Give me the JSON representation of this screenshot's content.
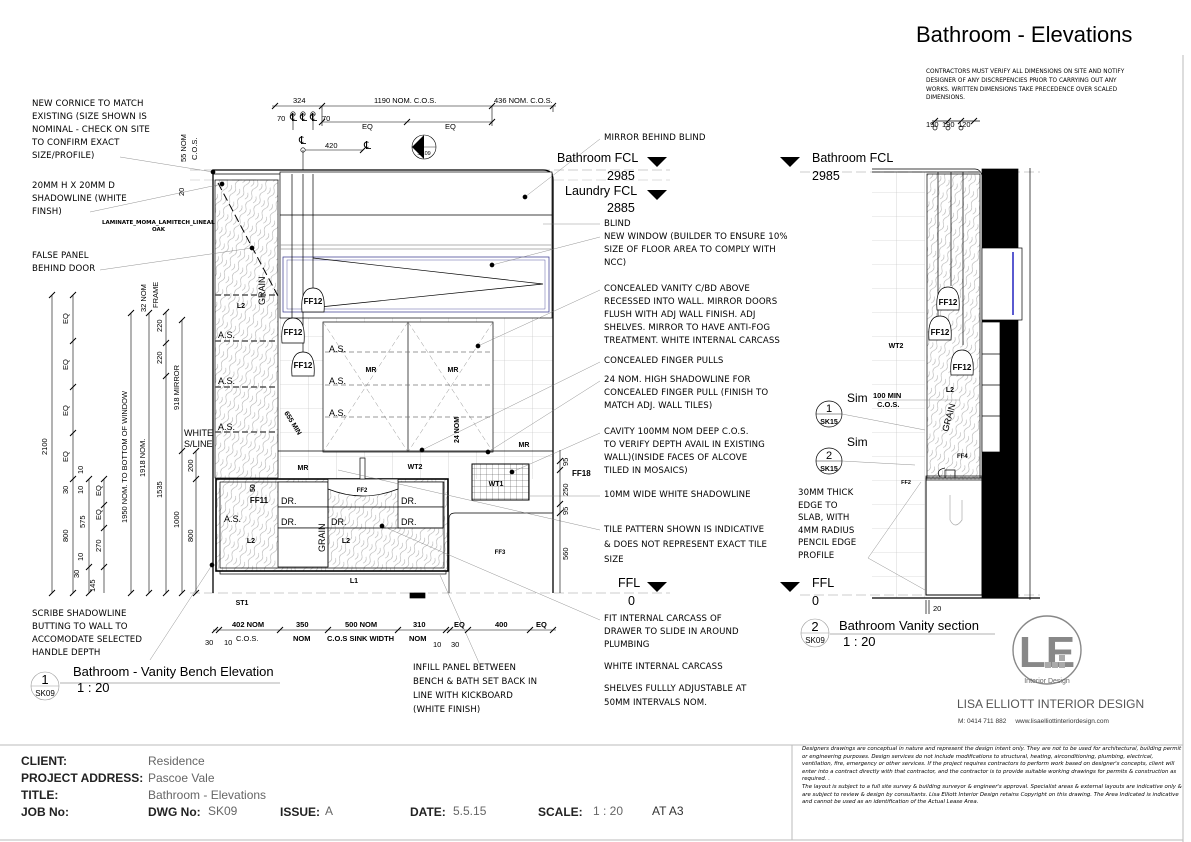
{
  "header": {
    "title": "Bathroom - Elevations"
  },
  "contractor_note": "CONTRACTORS MUST VERIFY ALL DIMENSIONS ON SITE AND NOTIFY\nDESIGNER OF ANY DISCREPENCIES PRIOR TO CARRYING OUT ANY\nWORKS.  WRITTEN DIMENSIONS TAKE PRECEDENCE OVER SCALED\nDIMENSIONS.",
  "levels": {
    "bathroom_fcl": "Bathroom FCL",
    "bathroom_fcl_value": "2985",
    "laundry_fcl": "Laundry FCL",
    "laundry_fcl_value": "2885",
    "ffl": "FFL",
    "ffl_value": "0"
  },
  "annotations_left": {
    "cornice": "NEW CORNICE TO MATCH\nEXISTING (SIZE SHOWN IS\nNOMINAL - CHECK ON SITE\nTO CONFIRM EXACT\nSIZE/PROFILE)",
    "shadowline": "20MM H X 20MM D\nSHADOWLINE (WHITE\nFINSH)",
    "laminate": "LAMINATE_MOMA_LAMITECH_LINEAL",
    "laminate_2": "OAK",
    "false_panel": "FALSE PANEL\nBEHIND DOOR",
    "scribe": "SCRIBE SHADOWLINE\nBUTTING TO WALL TO\nACCOMODATE SELECTED\nHANDLE DEPTH",
    "white_sline": "WHITE\nS/LINE"
  },
  "annotations_right": {
    "mirror_behind_blind": "MIRROR BEHIND BLIND",
    "blind": "BLIND",
    "new_window": "NEW WINDOW (BUILDER TO ENSURE 10%\nSIZE OF FLOOR AREA TO COMPLY WITH\nNCC)",
    "concealed_vanity": "CONCEALED VANITY C/BD ABOVE\nRECESSED INTO WALL.  MIRROR DOORS\nFLUSH WITH ADJ WALL FINISH.  ADJ\nSHELVES.  MIRROR TO HAVE ANTI-FOG\nTREATMENT.  WHITE INTERNAL CARCASS",
    "finger_pulls": "CONCEALED FINGER PULLS",
    "shadowline_24": "24 NOM. HIGH SHADOWLINE FOR\nCONCEALED FINGER PULL (FINISH TO\nMATCH ADJ. WALL TILES)",
    "cavity": "CAVITY 100MM NOM DEEP C.O.S.\nTO VERIFY DEPTH AVAIL IN EXISTING\nWALL)(INSIDE FACES OF ALCOVE\nTILED IN MOSAICS)",
    "shadowline_10": "10MM WIDE WHITE SHADOWLINE",
    "tile_pattern": "TILE PATTERN SHOWN IS INDICATIVE\n& DOES NOT REPRESENT EXACT TILE\nSIZE",
    "fit_carcass": "FIT INTERNAL CARCASS OF\nDRAWER TO SLIDE IN AROUND\nPLUMBING",
    "white_carcass": "WHITE INTERNAL CARCASS",
    "shelves": "SHELVES FULLLY ADJUSTABLE AT\n50MM INTERVALS NOM.",
    "infill": "INFILL PANEL BETWEEN\nBENCH & BATH SET BACK IN\nLINE WITH KICKBOARD\n(WHITE FINISH)",
    "thick_edge": "30MM THICK\nEDGE  TO\nSLAB, WITH\n4MM RADIUS\nPENCIL EDGE\nPROFILE"
  },
  "dims_top": {
    "d324": "324",
    "d1190": "1190 NOM. C.O.S.",
    "d436": "436 NOM. C.O.S.",
    "d70": "70",
    "eq": "EQ",
    "d420": "420",
    "cl": "℄"
  },
  "dims_left": {
    "d2100": "2100",
    "eq": "EQ",
    "d10": "10",
    "d30": "30",
    "d575": "575",
    "d800": "800",
    "d270": "270",
    "d145": "145",
    "d1950": "1950 NOM. TO BOTTOM OF WINDOW",
    "d1918": "1918 NOM.",
    "d32": "32 NOM",
    "frame": "FRAME",
    "d220": "220",
    "d1535": "1535",
    "d918": "918 MIRROR",
    "d1000": "1000",
    "d200": "200",
    "d55": "55 NOM",
    "cos": "C.O.S.",
    "d20": "20"
  },
  "dims_bottom": {
    "d402": "402 NOM",
    "cos": "C.O.S.",
    "d350": "350",
    "nom": "NOM",
    "d500": "500 NOM",
    "sink": "C.O.S SINK WIDTH",
    "d310": "310",
    "eq": "EQ",
    "d400": "400",
    "d30": "30",
    "d10": "10"
  },
  "dims_right": {
    "d95": "95",
    "d250": "250",
    "d560": "560"
  },
  "tags": {
    "ff12": "FF12",
    "as": "A.S.",
    "mr": "MR",
    "l2": "L2",
    "dr": "DR.",
    "grain": "GRAIN",
    "ff2": "FF2",
    "ff3": "FF3",
    "wt1": "WT1",
    "wt2": "WT2",
    "l1": "L1",
    "st1": "ST1",
    "ff11": "FF11",
    "ff18": "FF18",
    "ff4": "FF4",
    "min655": "655 MIN",
    "nom24": "24 NOM",
    "d50": "50"
  },
  "section_callout": {
    "number": "2",
    "sheet": "SK09"
  },
  "section": {
    "d190": "190",
    "d120": "120",
    "sim": "Sim",
    "ref1_num": "1",
    "ref2_num": "2",
    "ref_sheet": "SK15",
    "min100": "100 MIN",
    "cos": "C.O.S.",
    "d20": "20"
  },
  "views": [
    {
      "number": "1",
      "sheet": "SK09",
      "name": "Bathroom - Vanity Bench Elevation",
      "scale": "1 : 20"
    },
    {
      "number": "2",
      "sheet": "SK09",
      "name": "Bathroom Vanity section",
      "scale": "1 : 20"
    }
  ],
  "logo": {
    "monogram": "LE",
    "sub": "Interior Design",
    "company": "LISA ELLIOTT INTERIOR DESIGN",
    "contact": "M: 0414 711 882     www.lisaelliottinteriordesign.com"
  },
  "title_block": {
    "client_label": "CLIENT:",
    "client": "Residence",
    "address_label": "PROJECT ADDRESS:",
    "address": "Pascoe Vale",
    "title_label": "TITLE:",
    "title": "Bathroom - Elevations",
    "job_label": "JOB No:",
    "dwg_label": "DWG No:",
    "dwg": "SK09",
    "issue_label": "ISSUE:",
    "issue": "A",
    "date_label": "DATE:",
    "date": "5.5.15",
    "scale_label": "SCALE:",
    "scale": "1 : 20",
    "paper": "AT A3"
  },
  "disclaimer": [
    "Designers drawings are conceptual in nature and represent the design intent only.  They are not to be used for architectural, building permit or engineering purposes.  Design services do not include modifications to structural, heating, airconditioning, plumbing, electrical, ventilation, fire, emergency or other services.  If the project requires contractors to perform work based on designer's concepts, client will enter into a contract directly with that contractor, and the contractor is to provide suitable working drawings for permits & construction as required.  .",
    "The layout is subject to a full site survey & building surveyor & engineer's approval. Specialist areas & external layouts are indicative only & are subject to review & design by consultants.  Lisa Elliott Interior Design retains Copyright on this drawing.  The Area Indicated is indicative and cannot be used as an identification of the Actual Lease Area."
  ],
  "colors": {
    "line": "#000000",
    "grey_text": "#666666",
    "window_blue": "#5a5ad0",
    "logo_grey": "#888888"
  }
}
